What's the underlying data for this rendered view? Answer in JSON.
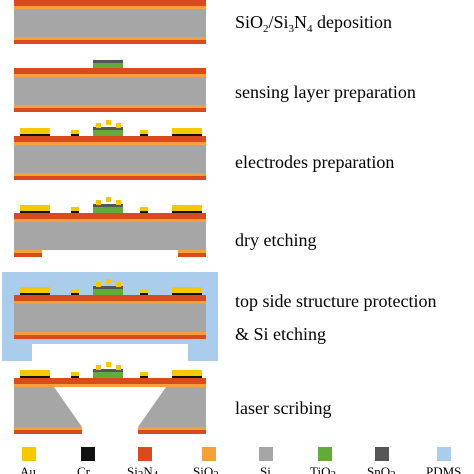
{
  "steps": [
    {
      "label_main": "SiO",
      "label_sub1": "2",
      "label_mid": "/Si",
      "label_sub2": "3",
      "label_mid2": "N",
      "label_sub3": "4",
      "label_tail": " deposition"
    },
    {
      "label": "sensing layer preparation"
    },
    {
      "label": "electrodes preparation"
    },
    {
      "label": "dry etching"
    },
    {
      "label_line1": "top side structure protection",
      "label_line2": "& Si etching"
    },
    {
      "label": "laser scribing"
    }
  ],
  "legend": [
    {
      "name": "Au",
      "color": "#f6c800"
    },
    {
      "name": "Cr",
      "color": "#111111"
    },
    {
      "name_main": "Si",
      "name_sub1": "3",
      "name_mid": "N",
      "name_sub2": "4",
      "color": "#d94a1c"
    },
    {
      "name_main": "SiO",
      "name_sub": "2",
      "color": "#f5a03a"
    },
    {
      "name": "Si",
      "color": "#a6a6a6"
    },
    {
      "name_main": "TiO",
      "name_sub": "2",
      "color": "#63a93c"
    },
    {
      "name_main": "SnO",
      "name_sub": "2",
      "color": "#555555"
    },
    {
      "name": "PDMS",
      "color": "#a9cdea"
    }
  ],
  "colors": {
    "au": "#f6c800",
    "cr": "#111111",
    "si3n4": "#d94a1c",
    "sio2": "#f5a03a",
    "si": "#a6a6a6",
    "tio2": "#63a93c",
    "sno2": "#555555",
    "pdms": "#a9cdea"
  }
}
